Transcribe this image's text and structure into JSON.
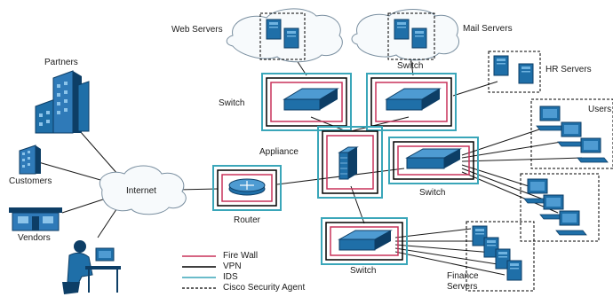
{
  "nodes": {
    "web_servers": "Web Servers",
    "mail_servers": "Mail Servers",
    "hr_servers": "HR Servers",
    "users": "Users",
    "partners": "Partners",
    "customers": "Customers",
    "vendors": "Vendors",
    "internet": "Internet",
    "router": "Router",
    "appliance": "Appliance",
    "switch_top_left": "Switch",
    "switch_top_right": "Switch",
    "switch_mid": "Switch",
    "switch_bottom": "Switch",
    "finance_servers_line1": "Finance",
    "finance_servers_line2": "Servers"
  },
  "legend": [
    {
      "label": "Fire Wall",
      "color": "#c8325a",
      "style": "solid"
    },
    {
      "label": "VPN",
      "color": "#000000",
      "style": "solid"
    },
    {
      "label": "IDS",
      "color": "#3aa6b9",
      "style": "solid"
    },
    {
      "label": "Cisco Security Agent",
      "color": "#000000",
      "style": "dashed"
    }
  ],
  "colors": {
    "device_blue": "#1f6fa8",
    "device_dark": "#0d3e66",
    "building": "#2f7ab8",
    "cloud_stroke": "#7a8fa0",
    "link": "#1a1a1a"
  }
}
